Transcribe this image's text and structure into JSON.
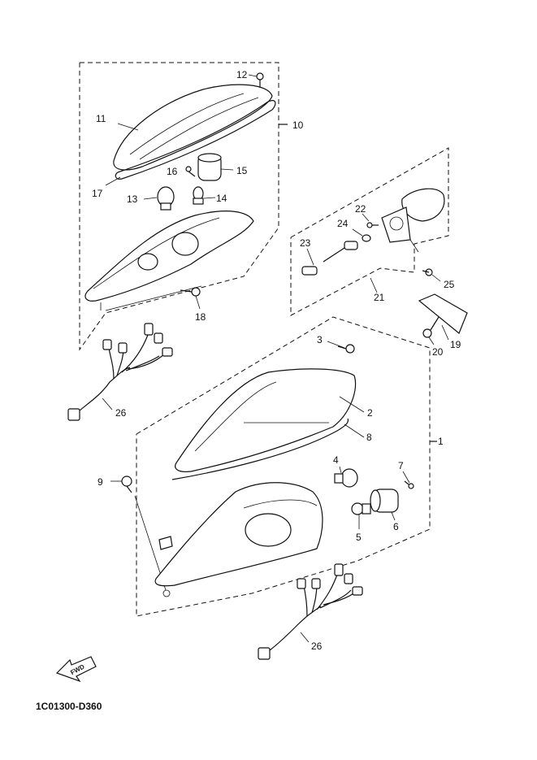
{
  "diagram_code": "1C01300-D360",
  "fwd_label": "FWD",
  "callouts": {
    "p1": "1",
    "p2": "2",
    "p3": "3",
    "p4": "4",
    "p5": "5",
    "p6": "6",
    "p7": "7",
    "p8": "8",
    "p9": "9",
    "p10": "10",
    "p11": "11",
    "p12": "12",
    "p13": "13",
    "p14": "14",
    "p15": "15",
    "p16": "16",
    "p17": "17",
    "p18": "18",
    "p19": "19",
    "p20": "20",
    "p21": "21",
    "p22": "22",
    "p23": "23",
    "p24": "24",
    "p25": "25",
    "p26a": "26",
    "p26b": "26"
  }
}
